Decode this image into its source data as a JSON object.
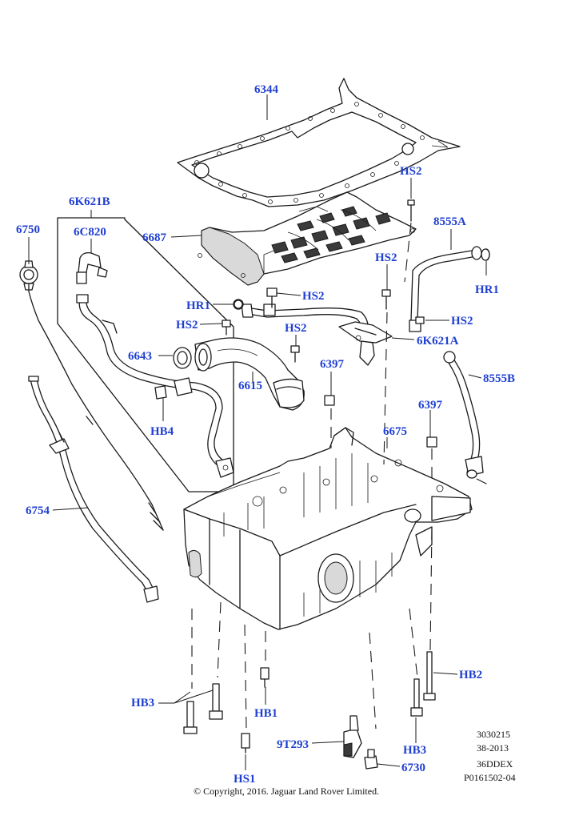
{
  "labels": {
    "gasket": "6344",
    "screen_top": "HS2",
    "harness_group": "6K621B",
    "breather": "6C820",
    "dipstick": "6750",
    "baffle": "6687",
    "tube_right": "8555A",
    "hs2_center": "HS2",
    "hr1_right": "HR1",
    "hs2_pipe": "HS2",
    "hr1_left": "HR1",
    "hs2_left": "HS2",
    "hs2_right": "HS2",
    "hs2_pickup": "HS2",
    "pickup_bracket": "6K621A",
    "oring": "6643",
    "pickup": "6615",
    "plug_left": "6397",
    "tube_lower": "8555B",
    "hb4": "HB4",
    "plug_right": "6397",
    "oil_pan": "6675",
    "dip_tube": "6754",
    "hb2": "HB2",
    "hb3_left": "HB3",
    "hb1": "HB1",
    "sensor": "9T293",
    "hb3_right": "HB3",
    "drain_plug": "6730",
    "hs1": "HS1"
  },
  "meta": {
    "line1": "3030215",
    "line2": "38-2013",
    "line3": "36DDEX",
    "line4": "P0161502-04",
    "copyright": "© Copyright, 2016. Jaguar Land Rover Limited."
  },
  "colors": {
    "label": "#1f3fd1",
    "line": "#1a1a1a"
  }
}
